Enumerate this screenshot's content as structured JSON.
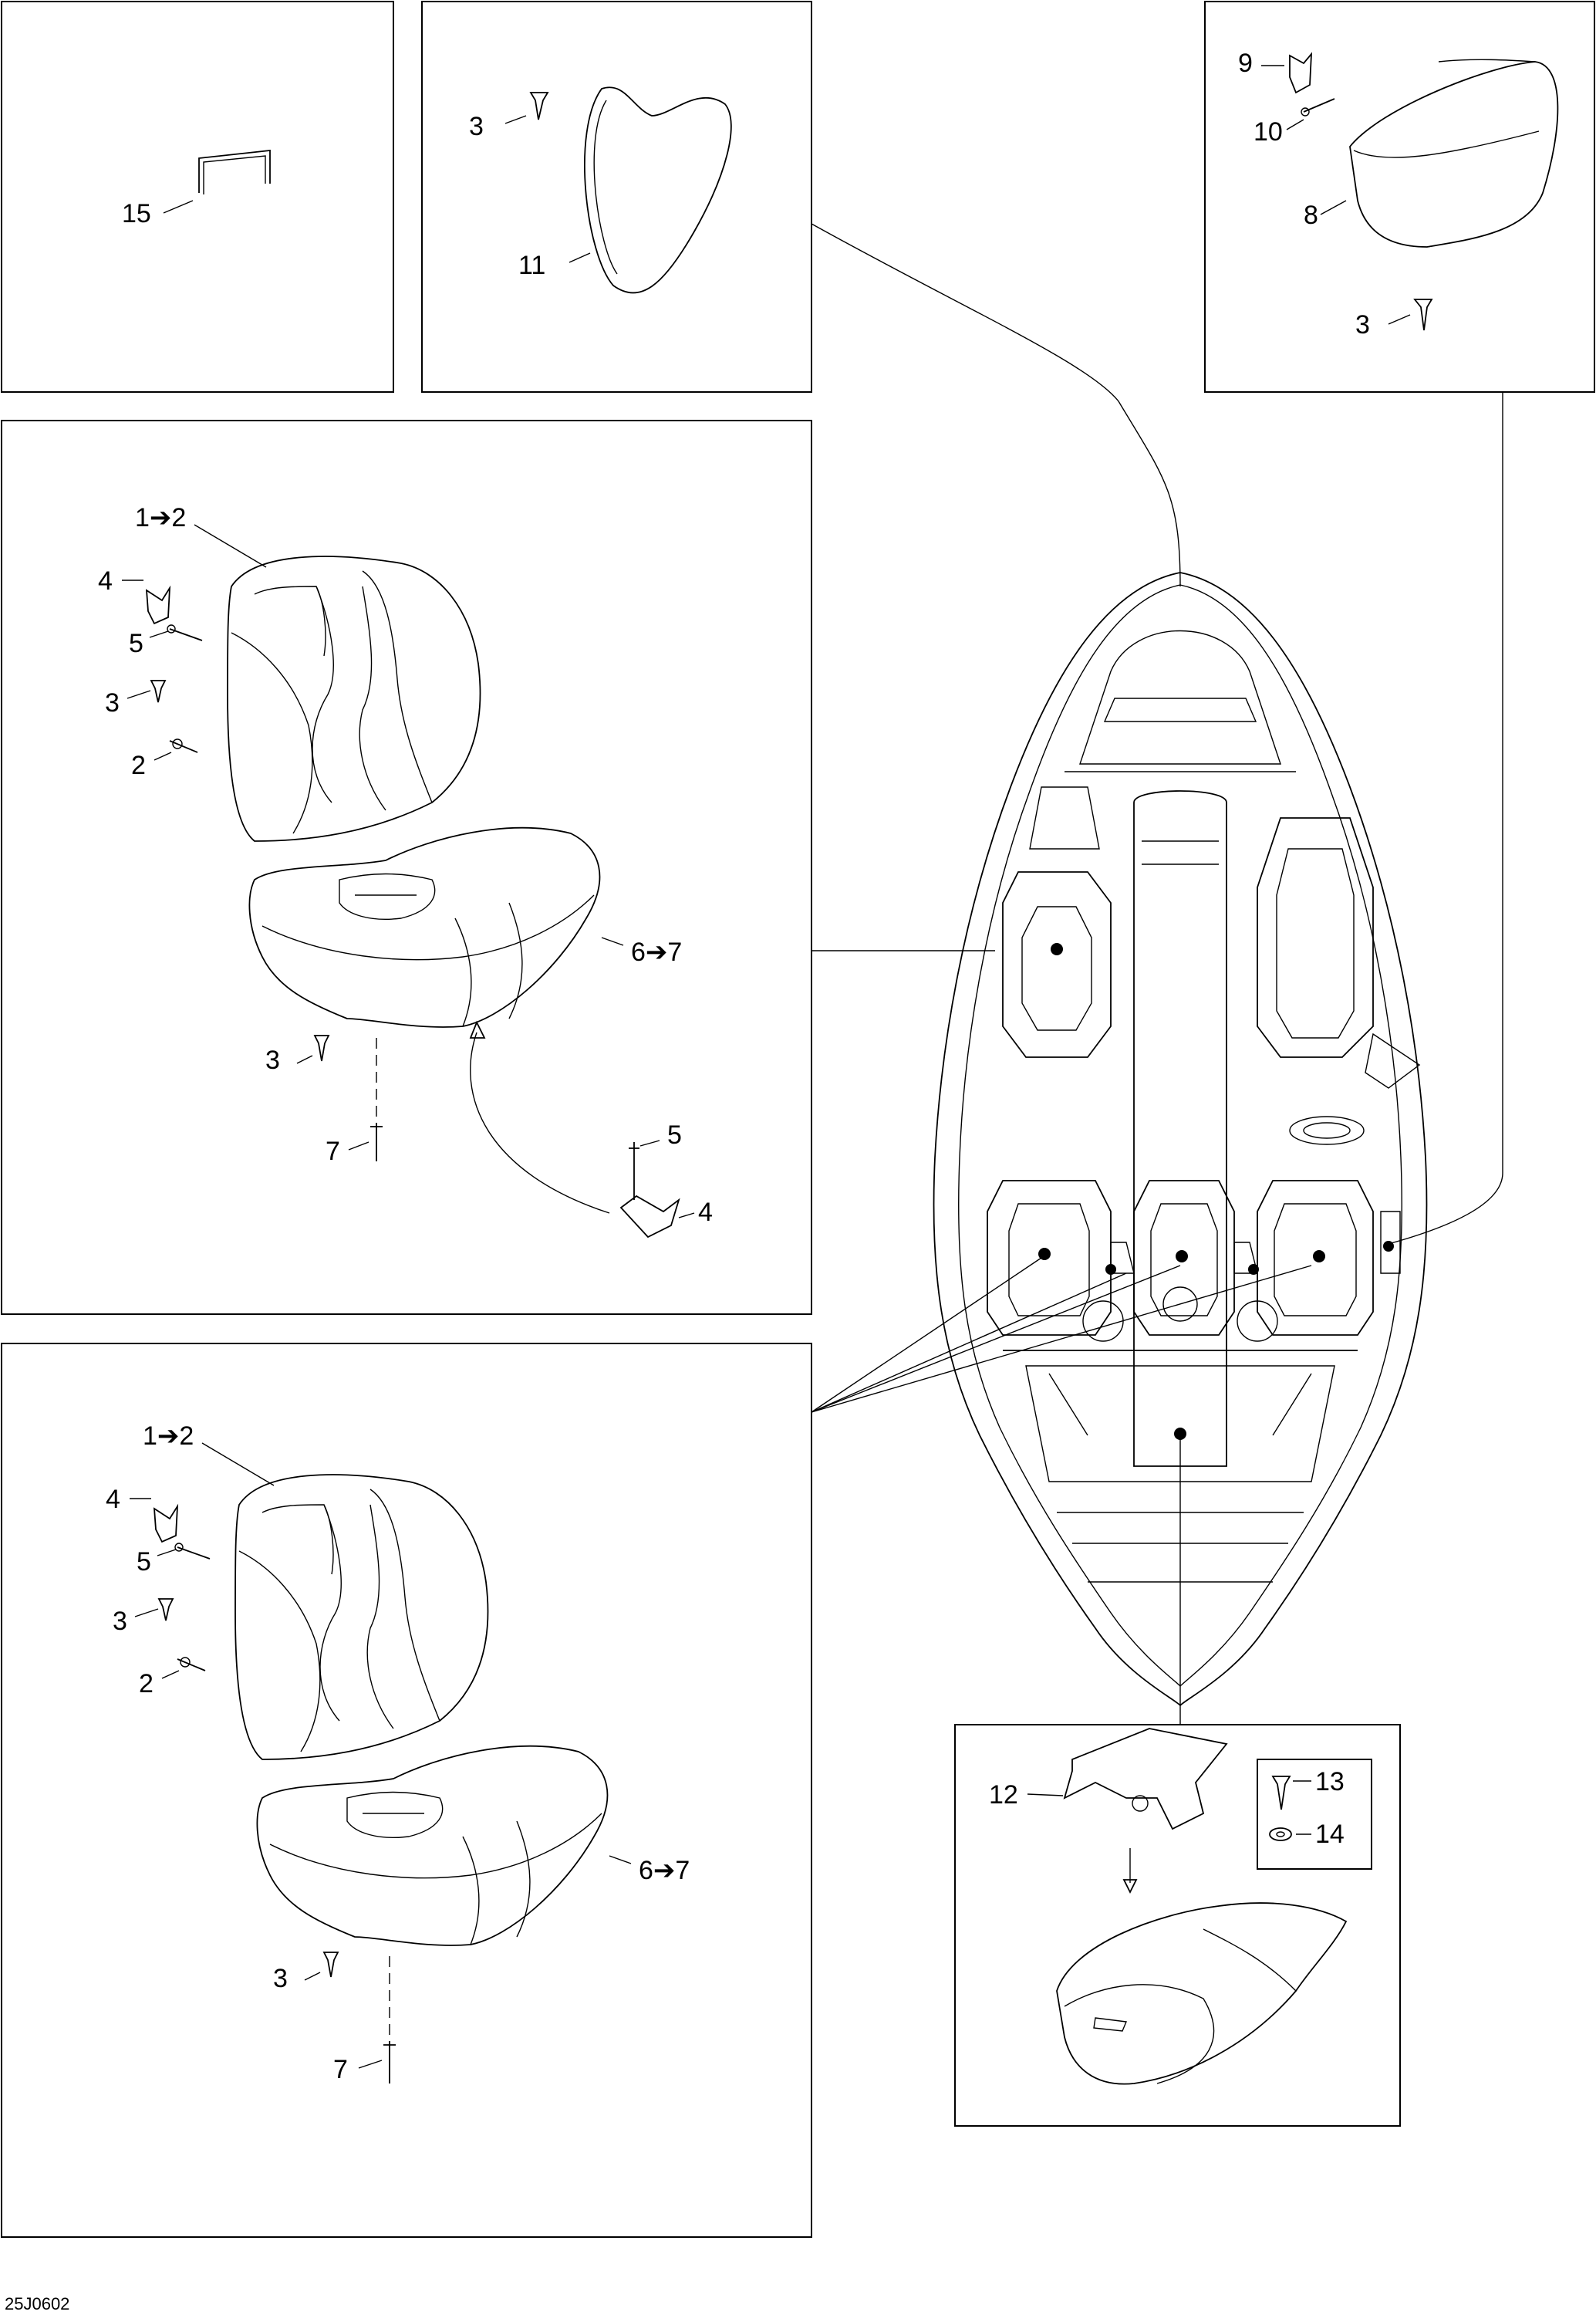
{
  "callouts": {
    "box_top_left": {
      "item_15": "15"
    },
    "box_top_middle": {
      "item_3": "3",
      "item_11": "11"
    },
    "box_top_right": {
      "item_9": "9",
      "item_10": "10",
      "item_8": "8",
      "item_3": "3"
    },
    "box_seat_upper": {
      "item_1_2": "1➔2",
      "item_4": "4",
      "item_5": "5",
      "item_3": "3",
      "item_2": "2",
      "item_6_7": "6➔7",
      "item_3b": "3",
      "item_7": "7",
      "item_5b": "5",
      "item_4b": "4"
    },
    "box_seat_lower": {
      "item_1_2": "1➔2",
      "item_4": "4",
      "item_5": "5",
      "item_3": "3",
      "item_2": "2",
      "item_6_7": "6➔7",
      "item_3b": "3",
      "item_7": "7"
    },
    "box_cushion": {
      "item_12": "12",
      "item_13": "13",
      "item_14": "14"
    }
  },
  "footer": {
    "figure_code": "25J0602"
  }
}
